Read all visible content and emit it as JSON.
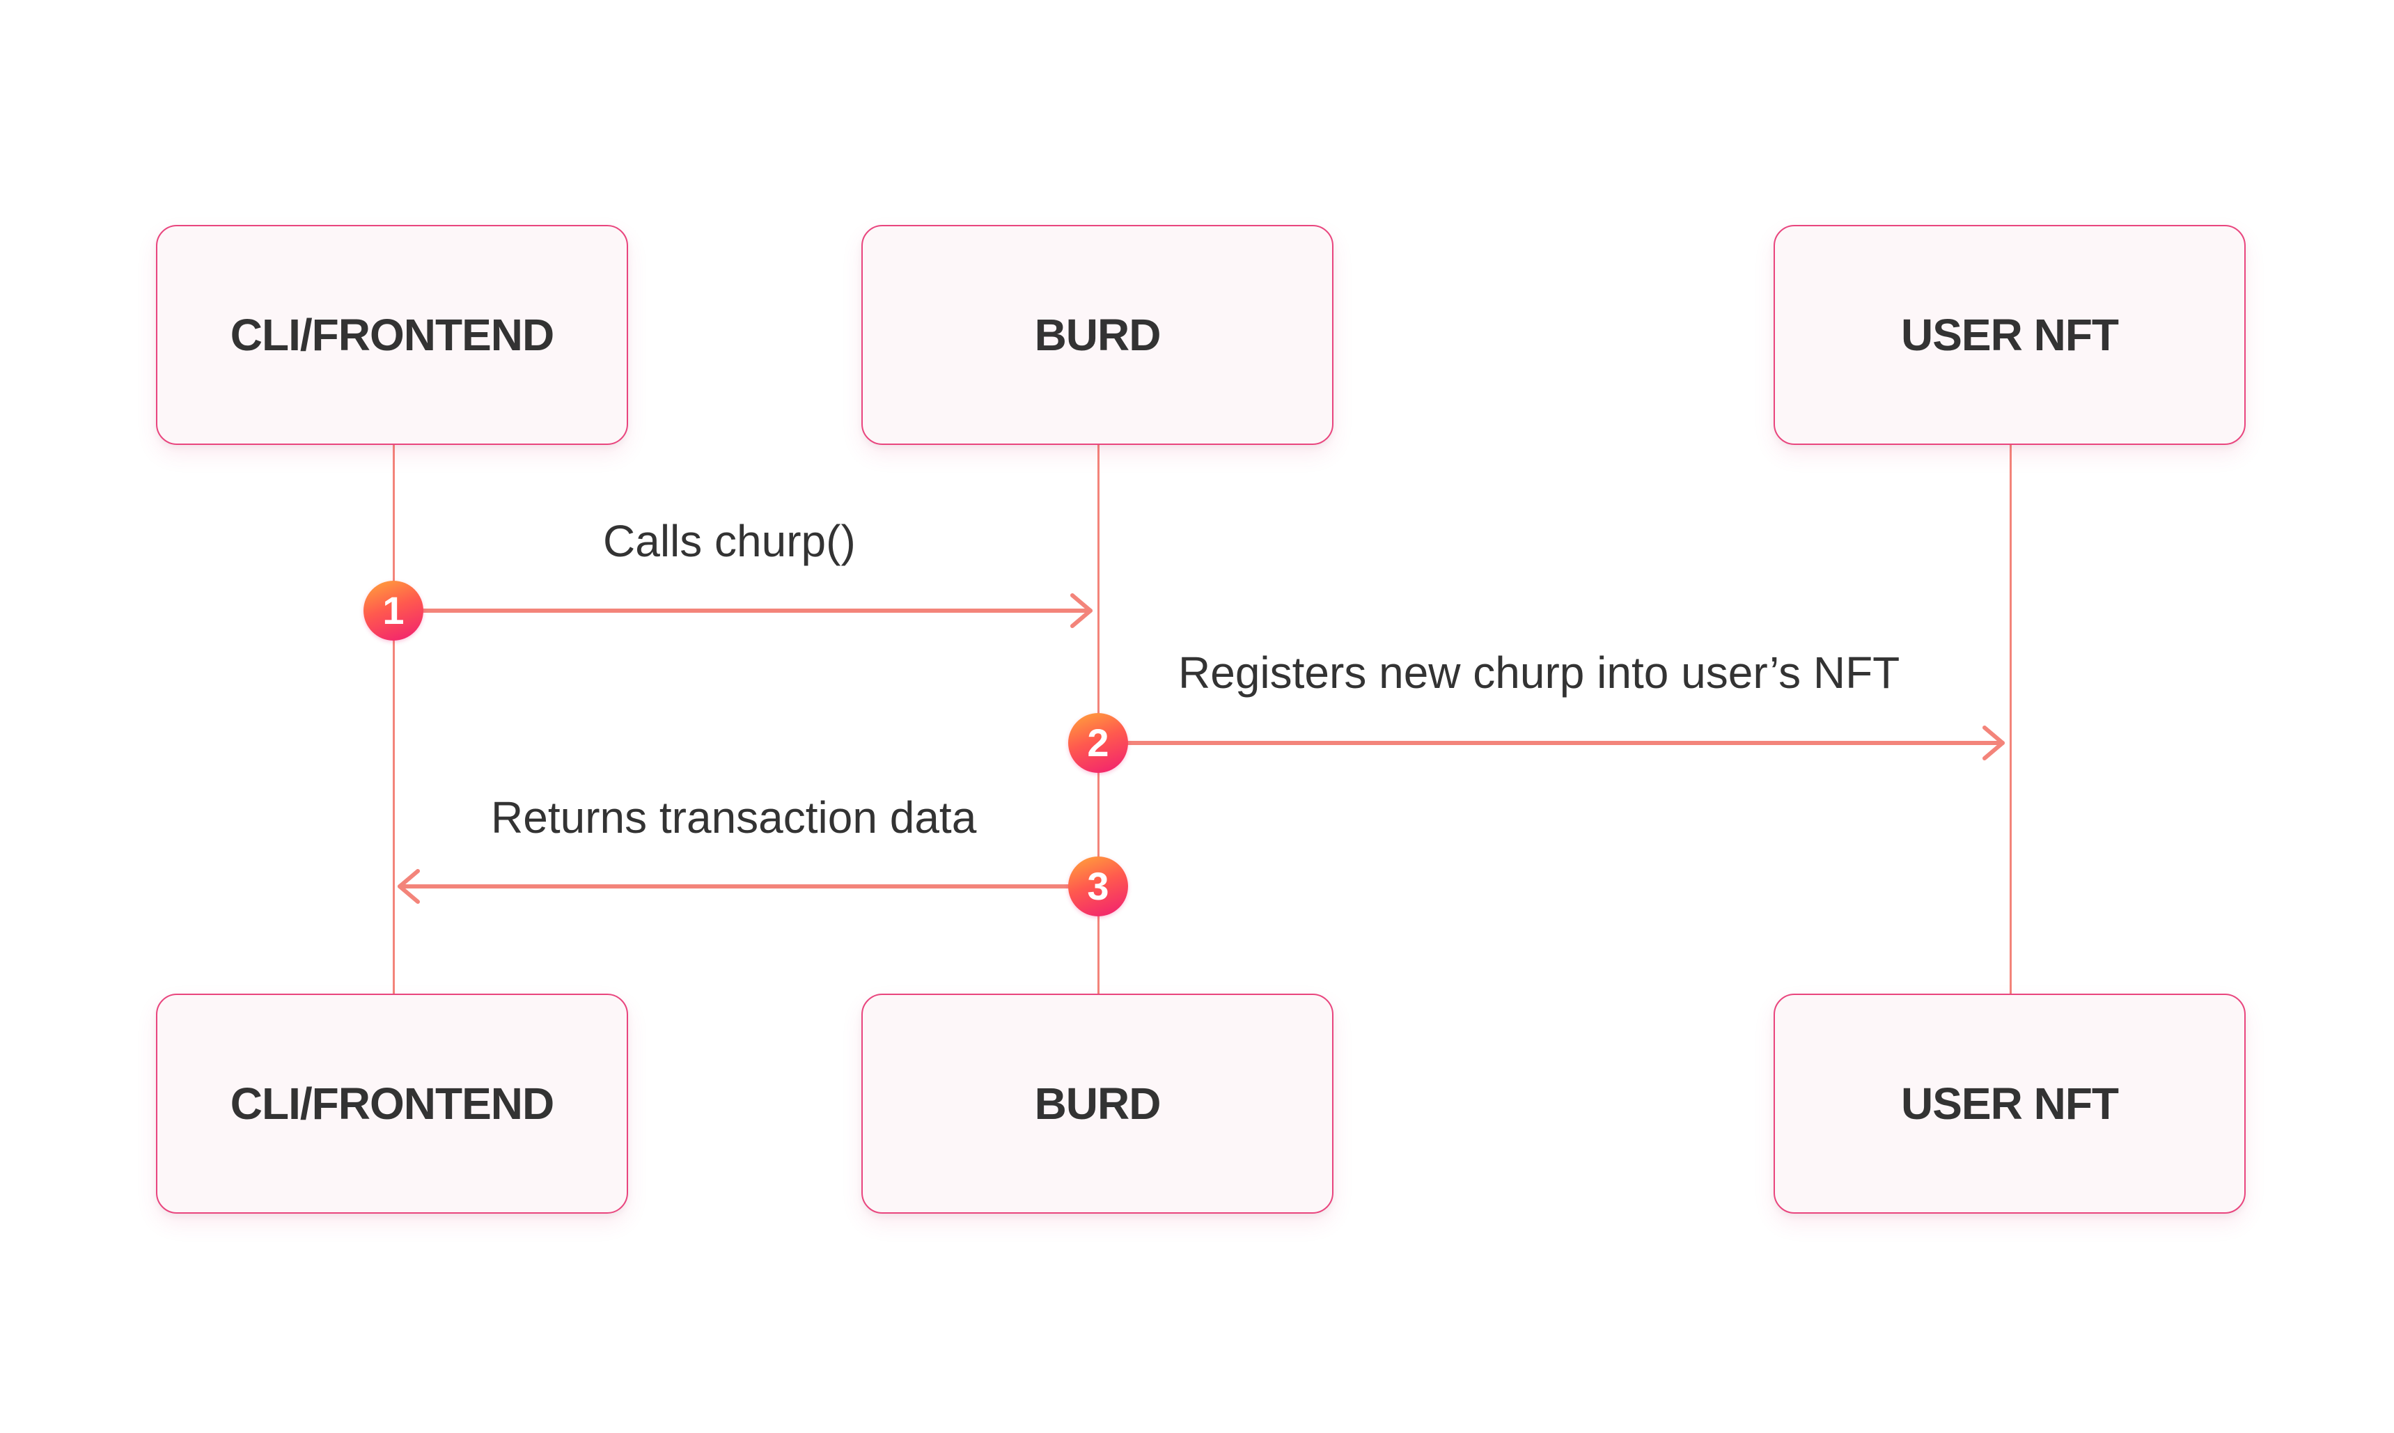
{
  "participants": {
    "top": [
      "CLI/FRONTEND",
      "BURD",
      "USER NFT"
    ],
    "bottom": [
      "CLI/FRONTEND",
      "BURD",
      "USER NFT"
    ]
  },
  "messages": [
    {
      "step": "1",
      "label": "Calls churp()",
      "from": "CLI/FRONTEND",
      "to": "BURD"
    },
    {
      "step": "2",
      "label": "Registers new churp into user’s NFT",
      "from": "BURD",
      "to": "USER NFT"
    },
    {
      "step": "3",
      "label": "Returns transaction data",
      "from": "BURD",
      "to": "CLI/FRONTEND"
    }
  ],
  "colors": {
    "arrow": "#f3847a",
    "box_border": "#e9457e",
    "box_fill": "#fdf7f9",
    "text": "#333333",
    "badge_gradient": [
      "#ffa63a",
      "#f01d72"
    ]
  }
}
